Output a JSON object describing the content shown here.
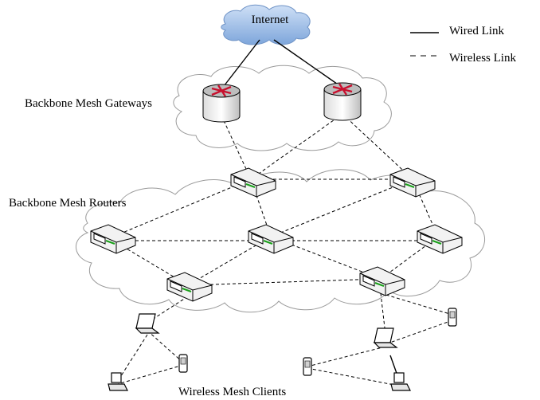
{
  "internet_label": "Internet",
  "legend": {
    "wired_label": "Wired Link",
    "wireless_label": "Wireless Link"
  },
  "labels": {
    "gateways": "Backbone Mesh Gateways",
    "routers": "Backbone Mesh Routers",
    "clients": "Wireless Mesh Clients"
  },
  "colors": {
    "cloud_fill": "#ffffff",
    "cloud_stroke": "#9a9a9a",
    "internet_cloud": "#a9c6ec",
    "router_arrows": "#c8102e",
    "router_led": "#1aa01a"
  }
}
